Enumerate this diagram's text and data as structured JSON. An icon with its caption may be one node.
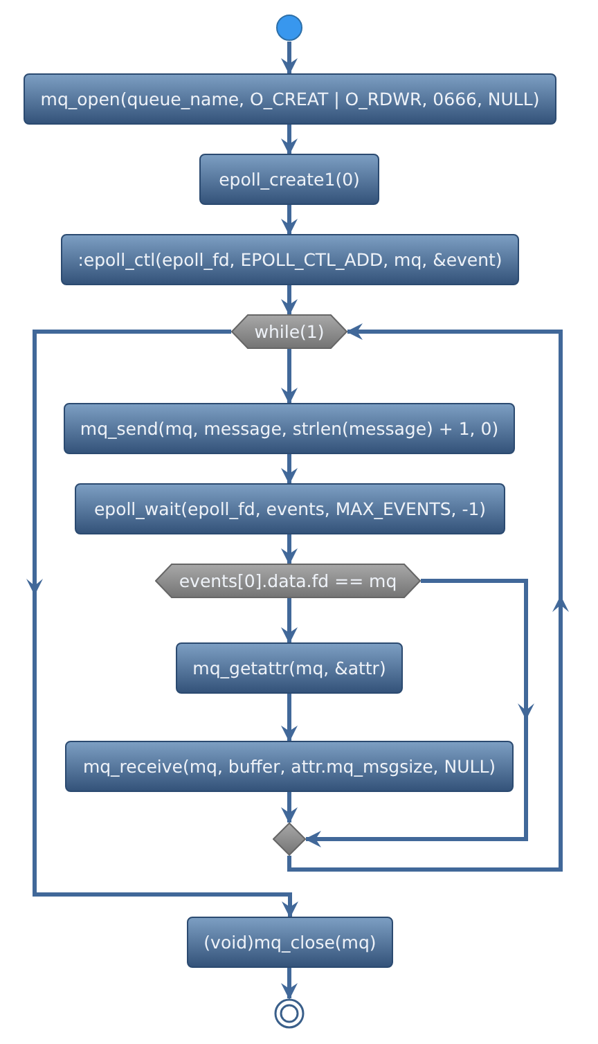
{
  "diagram": {
    "nodes": [
      {
        "text": [],
        "shape": "circle"
      },
      {
        "text": [
          "mq_open(queue_name, O_CREAT | O_RDWR, 0666, NULL)"
        ]
      },
      {
        "text": [
          "epoll_create1(0)"
        ]
      },
      {
        "text": [
          ":epoll_ctl(epoll_fd, EPOLL_CTL_ADD, mq, &event)"
        ]
      },
      {
        "text": [
          "while(1)"
        ]
      },
      {
        "text": [
          "mq_send(mq, message, strlen(message) + 1, 0)"
        ]
      },
      {
        "text": [
          "epoll_wait(epoll_fd, events, MAX_EVENTS, -1)"
        ]
      },
      {
        "text": [
          "events[0].data.fd == mq"
        ]
      },
      {
        "text": [
          "mq_getattr(mq, &attr)"
        ]
      },
      {
        "text": [
          "mq_receive(mq, buffer, attr.mq_msgsize, NULL)"
        ]
      },
      {
        "text": [],
        "shape": "diamond"
      },
      {
        "text": [
          "(void)mq_close(mq)"
        ]
      },
      {
        "text": [],
        "shape": "circle"
      }
    ],
    "edges": [
      {
        "from": 0,
        "to": 1,
        "arrow": "to"
      },
      {
        "from": 1,
        "to": 2,
        "arrow": "to"
      },
      {
        "from": 2,
        "to": 3,
        "arrow": "to"
      },
      {
        "from": 3,
        "to": 4,
        "arrow": "to"
      },
      {
        "from": 4,
        "to": 5,
        "arrow": "to"
      },
      {
        "from": 5,
        "to": 6,
        "arrow": "to"
      },
      {
        "from": 6,
        "to": 7,
        "arrow": "to"
      },
      {
        "from": 7,
        "to": 8,
        "arrow": "to"
      },
      {
        "from": 8,
        "to": 9,
        "arrow": "to"
      },
      {
        "from": 9,
        "to": 10,
        "arrow": "to"
      },
      {
        "from": 7,
        "to": 10,
        "arrow": "to"
      },
      {
        "from": 10,
        "to": 4,
        "arrow": "to"
      },
      {
        "from": 4,
        "to": 11,
        "arrow": "to"
      },
      {
        "from": 11,
        "to": 12,
        "arrow": "to"
      }
    ]
  }
}
